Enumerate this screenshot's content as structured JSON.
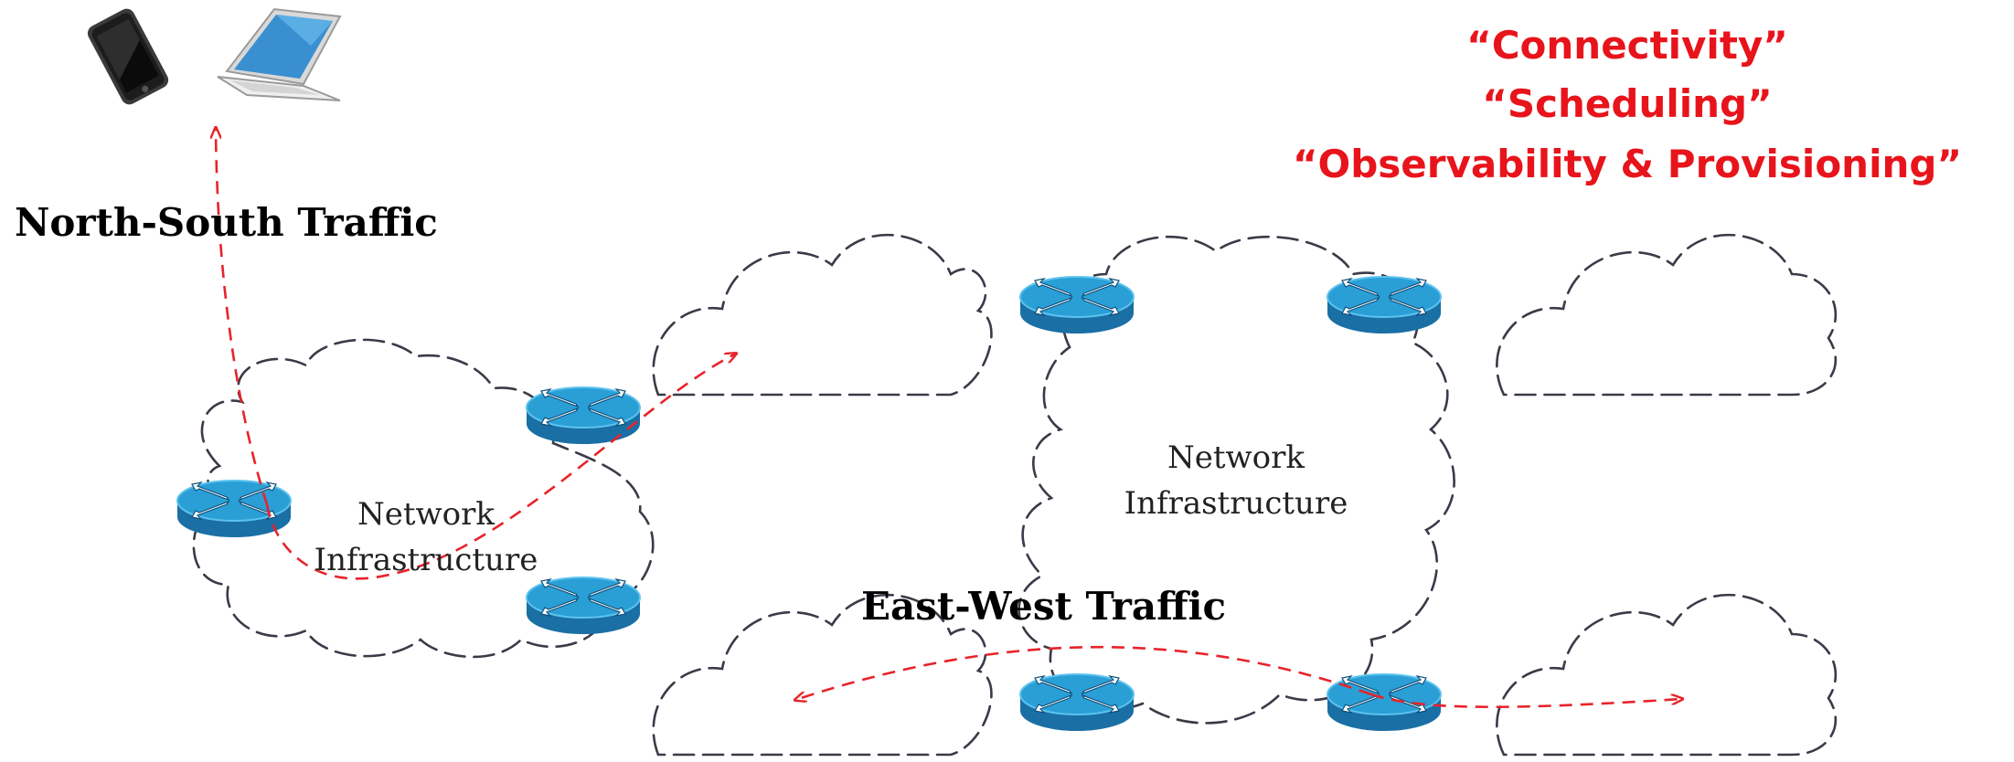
{
  "labels": {
    "north_south": "North-South Traffic",
    "east_west": "East-West Traffic",
    "network_left_line1": "Network",
    "network_left_line2": "Infrastructure",
    "network_center_line1": "Network",
    "network_center_line2": "Infrastructure"
  },
  "keywords": [
    "“Connectivity”",
    "“Scheduling”",
    "“Observability & Provisioning”"
  ],
  "colors": {
    "keyword_text": "#e8141b",
    "traffic_arrow": "#e8232a",
    "router_top": "#2a9fd6",
    "router_side": "#1a6fa5"
  },
  "icons": {
    "phone": "smartphone-icon",
    "laptop": "laptop-icon",
    "router": "router-icon"
  }
}
